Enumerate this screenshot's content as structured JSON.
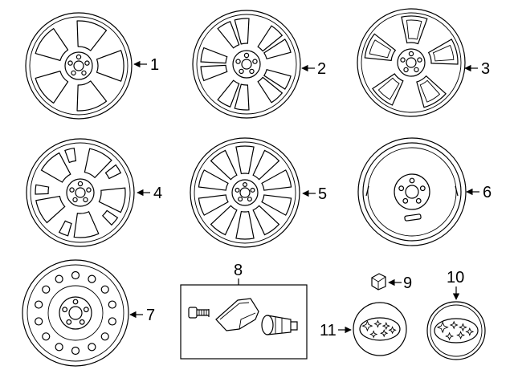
{
  "colors": {
    "line": "#000000",
    "background": "#ffffff"
  },
  "callouts": {
    "c1": "1",
    "c2": "2",
    "c3": "3",
    "c4": "4",
    "c5": "5",
    "c6": "6",
    "c7": "7",
    "c8": "8",
    "c9": "9",
    "c10": "10",
    "c11": "11"
  },
  "icons": {
    "part1": "alloy-wheel-5-spoke-icon",
    "part2": "alloy-wheel-split-spoke-icon",
    "part3": "alloy-wheel-twisted-spoke-icon",
    "part4": "alloy-wheel-y-spoke-icon",
    "part5": "alloy-wheel-10-spoke-icon",
    "part6": "spare-wheel-icon",
    "part7": "steel-wheel-icon",
    "part8": "tpms-sensor-kit-icon",
    "part9": "lug-nut-icon",
    "part10": "center-cap-icon",
    "part11": "center-cap-icon"
  }
}
